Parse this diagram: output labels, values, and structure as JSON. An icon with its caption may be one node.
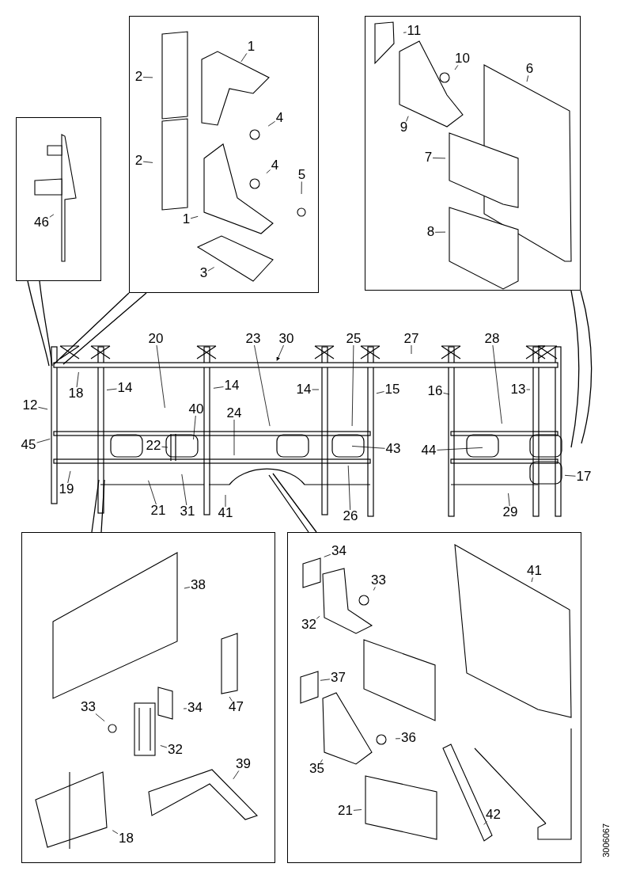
{
  "diagram": {
    "nodes": [
      {
        "text": [],
        "shape": "box"
      },
      {
        "text": [
          "46"
        ],
        "in": 0
      },
      {
        "text": [],
        "shape": "box"
      },
      {
        "text": [
          "1"
        ],
        "in": 2
      },
      {
        "text": [
          "2"
        ],
        "in": 2
      },
      {
        "text": [
          "4"
        ],
        "in": 2
      },
      {
        "text": [
          "2"
        ],
        "in": 2
      },
      {
        "text": [
          "4"
        ],
        "in": 2
      },
      {
        "text": [
          "5"
        ],
        "in": 2
      },
      {
        "text": [
          "1"
        ],
        "in": 2
      },
      {
        "text": [
          "3"
        ],
        "in": 2
      },
      {
        "text": [],
        "shape": "box"
      },
      {
        "text": [
          "11"
        ],
        "in": 11
      },
      {
        "text": [
          "10"
        ],
        "in": 11
      },
      {
        "text": [
          "6"
        ],
        "in": 11
      },
      {
        "text": [
          "9"
        ],
        "in": 11
      },
      {
        "text": [
          "7"
        ],
        "in": 11
      },
      {
        "text": [
          "8"
        ],
        "in": 11
      },
      {
        "text": [
          "20"
        ]
      },
      {
        "text": [
          "23"
        ]
      },
      {
        "text": [
          "30"
        ]
      },
      {
        "text": [
          "25"
        ]
      },
      {
        "text": [
          "27"
        ]
      },
      {
        "text": [
          "28"
        ]
      },
      {
        "text": [
          "12"
        ]
      },
      {
        "text": [
          "18"
        ]
      },
      {
        "text": [
          "14"
        ]
      },
      {
        "text": [
          "14"
        ]
      },
      {
        "text": [
          "14"
        ]
      },
      {
        "text": [
          "15"
        ]
      },
      {
        "text": [
          "16"
        ]
      },
      {
        "text": [
          "13"
        ]
      },
      {
        "text": [
          "40"
        ]
      },
      {
        "text": [
          "24"
        ]
      },
      {
        "text": [
          "45"
        ]
      },
      {
        "text": [
          "22"
        ]
      },
      {
        "text": [
          "43"
        ]
      },
      {
        "text": [
          "44"
        ]
      },
      {
        "text": [
          "19"
        ]
      },
      {
        "text": [
          "17"
        ]
      },
      {
        "text": [
          "21"
        ]
      },
      {
        "text": [
          "31"
        ]
      },
      {
        "text": [
          "41"
        ]
      },
      {
        "text": [
          "26"
        ]
      },
      {
        "text": [
          "29"
        ]
      },
      {
        "text": [],
        "shape": "box"
      },
      {
        "text": [
          "38"
        ],
        "in": 45
      },
      {
        "text": [
          "33"
        ],
        "in": 45
      },
      {
        "text": [
          "34"
        ],
        "in": 45
      },
      {
        "text": [
          "47"
        ],
        "in": 45
      },
      {
        "text": [
          "32"
        ],
        "in": 45
      },
      {
        "text": [
          "39"
        ],
        "in": 45
      },
      {
        "text": [
          "18"
        ],
        "in": 45
      },
      {
        "text": [],
        "shape": "box"
      },
      {
        "text": [
          "34"
        ],
        "in": 53
      },
      {
        "text": [
          "33"
        ],
        "in": 53
      },
      {
        "text": [
          "41"
        ],
        "in": 53
      },
      {
        "text": [
          "32"
        ],
        "in": 53
      },
      {
        "text": [
          "37"
        ],
        "in": 53
      },
      {
        "text": [
          "36"
        ],
        "in": 53
      },
      {
        "text": [
          "35"
        ],
        "in": 53
      },
      {
        "text": [
          "21"
        ],
        "in": 53
      },
      {
        "text": [
          "42"
        ],
        "in": 53
      }
    ],
    "edges": [
      {
        "from": 0,
        "to": null,
        "arrow": "none"
      },
      {
        "from": 1,
        "to": null,
        "arrow": "none"
      },
      {
        "from": 2,
        "to": null,
        "arrow": "none"
      },
      {
        "from": 3,
        "to": null,
        "arrow": "none"
      },
      {
        "from": 4,
        "to": null,
        "arrow": "none"
      },
      {
        "from": 5,
        "to": null,
        "arrow": "none"
      },
      {
        "from": 6,
        "to": null,
        "arrow": "none"
      },
      {
        "from": 7,
        "to": null,
        "arrow": "none"
      },
      {
        "from": 8,
        "to": null,
        "arrow": "none"
      },
      {
        "from": 9,
        "to": null,
        "arrow": "none"
      },
      {
        "from": 10,
        "to": null,
        "arrow": "none"
      },
      {
        "from": 11,
        "to": null,
        "arrow": "none"
      },
      {
        "from": 12,
        "to": null,
        "arrow": "none"
      },
      {
        "from": 13,
        "to": null,
        "arrow": "none"
      },
      {
        "from": 14,
        "to": null,
        "arrow": "none"
      },
      {
        "from": 15,
        "to": null,
        "arrow": "none"
      },
      {
        "from": 16,
        "to": null,
        "arrow": "none"
      },
      {
        "from": 17,
        "to": null,
        "arrow": "none"
      },
      {
        "from": 18,
        "to": null,
        "arrow": "none"
      },
      {
        "from": 19,
        "to": null,
        "arrow": "none"
      },
      {
        "from": 20,
        "to": null,
        "arrow": "to"
      },
      {
        "from": 21,
        "to": null,
        "arrow": "none"
      },
      {
        "from": 22,
        "to": null,
        "arrow": "none"
      },
      {
        "from": 23,
        "to": null,
        "arrow": "none"
      },
      {
        "from": 24,
        "to": null,
        "arrow": "none"
      },
      {
        "from": 25,
        "to": null,
        "arrow": "none"
      },
      {
        "from": 26,
        "to": null,
        "arrow": "none"
      },
      {
        "from": 27,
        "to": null,
        "arrow": "none"
      },
      {
        "from": 28,
        "to": null,
        "arrow": "none"
      },
      {
        "from": 29,
        "to": null,
        "arrow": "none"
      },
      {
        "from": 30,
        "to": null,
        "arrow": "none"
      },
      {
        "from": 31,
        "to": null,
        "arrow": "none"
      },
      {
        "from": 32,
        "to": null,
        "arrow": "none"
      },
      {
        "from": 33,
        "to": null,
        "arrow": "none"
      },
      {
        "from": 34,
        "to": null,
        "arrow": "none"
      },
      {
        "from": 35,
        "to": null,
        "arrow": "none"
      },
      {
        "from": 36,
        "to": null,
        "arrow": "none"
      },
      {
        "from": 37,
        "to": null,
        "arrow": "none"
      },
      {
        "from": 38,
        "to": null,
        "arrow": "none"
      },
      {
        "from": 39,
        "to": null,
        "arrow": "none"
      },
      {
        "from": 40,
        "to": null,
        "arrow": "none"
      },
      {
        "from": 41,
        "to": null,
        "arrow": "none"
      },
      {
        "from": 42,
        "to": null,
        "arrow": "none"
      },
      {
        "from": 43,
        "to": null,
        "arrow": "none"
      },
      {
        "from": 44,
        "to": null,
        "arrow": "none"
      },
      {
        "from": 45,
        "to": null,
        "arrow": "none"
      },
      {
        "from": 46,
        "to": null,
        "arrow": "none"
      },
      {
        "from": 47,
        "to": null,
        "arrow": "none"
      },
      {
        "from": 48,
        "to": null,
        "arrow": "none"
      },
      {
        "from": 49,
        "to": null,
        "arrow": "none"
      },
      {
        "from": 50,
        "to": null,
        "arrow": "none"
      },
      {
        "from": 51,
        "to": null,
        "arrow": "none"
      },
      {
        "from": 52,
        "to": null,
        "arrow": "none"
      },
      {
        "from": 53,
        "to": null,
        "arrow": "none"
      },
      {
        "from": 54,
        "to": null,
        "arrow": "none"
      },
      {
        "from": 55,
        "to": null,
        "arrow": "none"
      },
      {
        "from": 56,
        "to": null,
        "arrow": "none"
      },
      {
        "from": 57,
        "to": null,
        "arrow": "none"
      },
      {
        "from": 58,
        "to": null,
        "arrow": "none"
      },
      {
        "from": 59,
        "to": null,
        "arrow": "none"
      },
      {
        "from": 60,
        "to": null,
        "arrow": "none"
      },
      {
        "from": 61,
        "to": null,
        "arrow": "none"
      },
      {
        "from": 62,
        "to": null,
        "arrow": "none"
      }
    ],
    "labels": [
      "3006067"
    ]
  }
}
